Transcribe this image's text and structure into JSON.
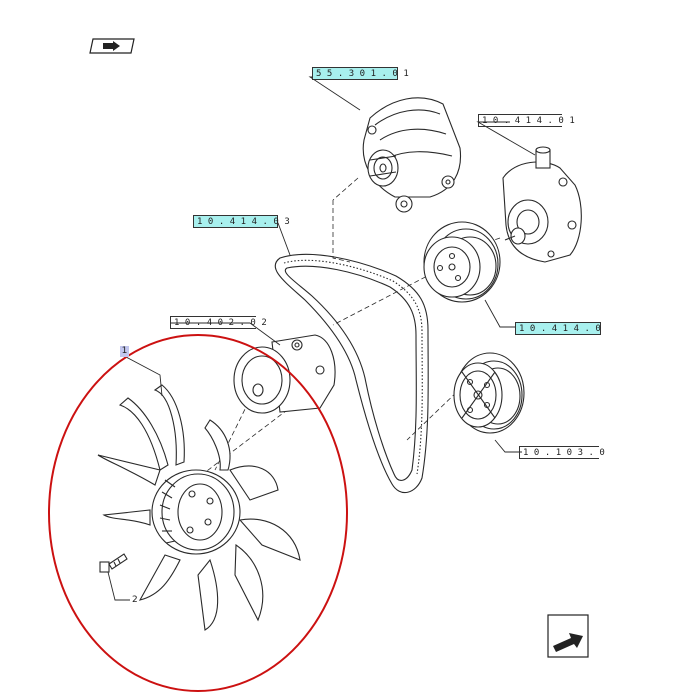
{
  "references": {
    "alternator": "55.301.01",
    "water_pump": "10.414.01",
    "belt": "10.414.03",
    "pulley": "10.414.0",
    "tensioner": "10.402.02",
    "crank_pulley": "10.103.0"
  },
  "items": {
    "fan_hub": "1",
    "bolt": "2"
  },
  "colors": {
    "line": "#2a2a2a",
    "highlight": "#a8f0ee",
    "marker": "#c2c6ee",
    "circle": "#cc1111"
  },
  "icons": {
    "back": "back-arrow-icon",
    "next": "next-arrow-icon"
  }
}
